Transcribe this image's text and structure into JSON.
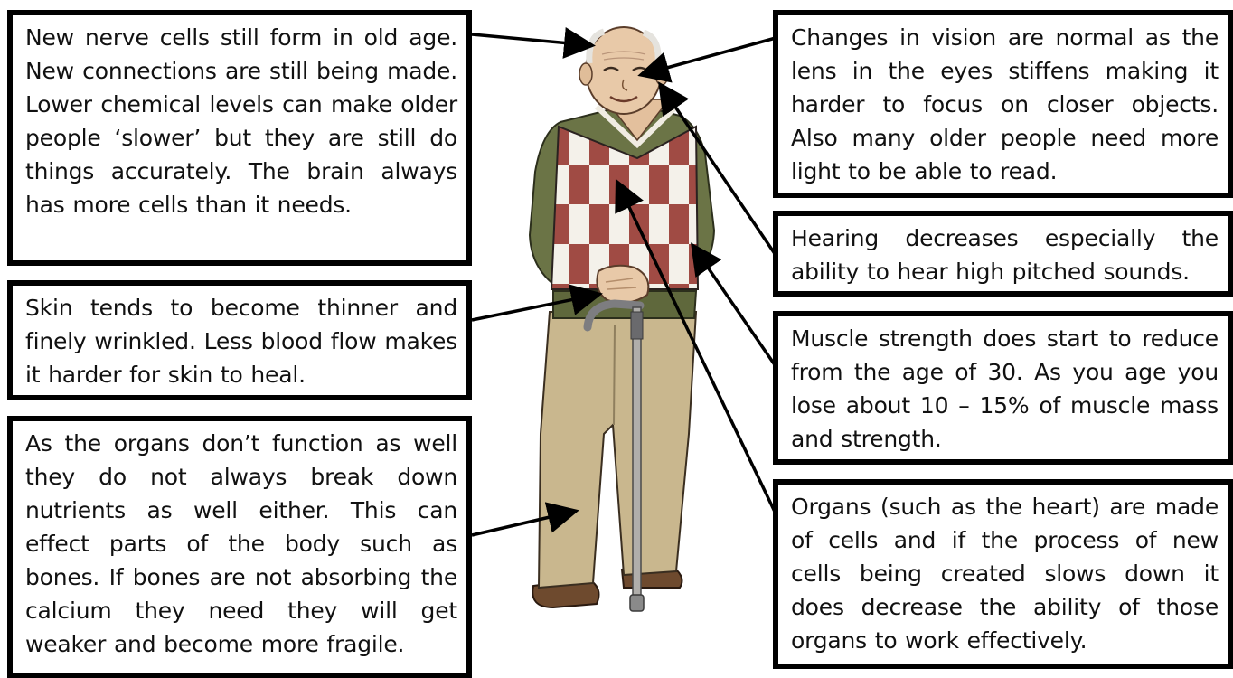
{
  "labels": {
    "brain": "New nerve cells still form in old age. New connections are still being made. Lower chemical levels can make older people ‘slower’ but they are still do things accurately. The brain always has more cells than it needs.",
    "skin": "Skin tends to become thinner and finely wrinkled. Less blood flow makes it harder for skin to heal.",
    "organs_bones": "As the organs don’t function as well they do not always break down nutrients as well either. This can effect parts of the body such as bones. If bones are not absorbing the calcium they need they will get weaker and become more fragile.",
    "vision": "Changes in vision are normal as the lens in the eyes stiffens making it harder to focus on closer objects. Also many older people need more light to be able to read.",
    "hearing": "Hearing decreases especially the ability to hear high pitched sounds.",
    "muscle": "Muscle strength does start to reduce from the age of 30. As you age you lose about 10 – 15% of muscle mass and strength.",
    "organs_cells": "Organs (such as the heart) are made of cells and if the process of new cells being created slows down it does decrease the ability of those organs to work effectively."
  },
  "colors": {
    "border": "#000000",
    "sweater_green": "#6b7446",
    "vest_red": "#a04b44",
    "vest_dark": "#4a3b36",
    "vest_light": "#f4f1ea",
    "vest_grey": "#9a9088",
    "trousers": "#c9b78e",
    "shoes": "#6e4a2e",
    "skin": "#e8c9a8",
    "cane": "#8a8a8a"
  },
  "icons": {
    "figure": "elderly-man-illustration"
  }
}
